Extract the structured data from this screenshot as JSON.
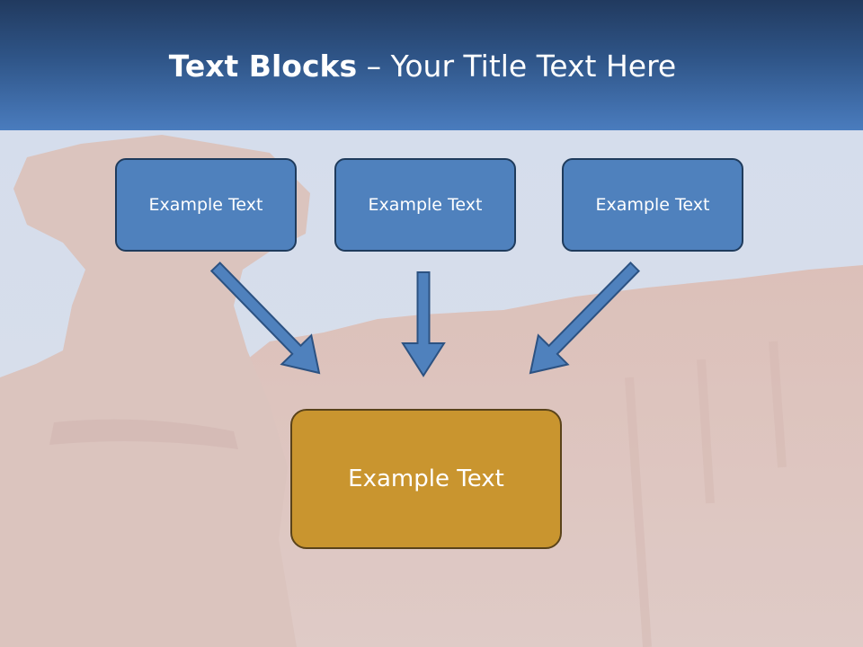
{
  "slide": {
    "title_bold": "Text Blocks",
    "title_dash": " – ",
    "title_rest": "Your Title Text Here"
  },
  "diagram": {
    "top_boxes": [
      {
        "label": "Example Text"
      },
      {
        "label": "Example Text"
      },
      {
        "label": "Example Text"
      }
    ],
    "bottom_box": {
      "label": "Example Text"
    },
    "arrows": [
      "from-left-box",
      "from-center-box",
      "from-right-box"
    ]
  },
  "colors": {
    "title_bar": "#2f5588",
    "box_blue": "#4f81bd",
    "box_blue_border": "#1f3b5c",
    "box_gold": "#c9952f",
    "box_gold_border": "#5a431a",
    "arrow_fill": "#4f81bd",
    "arrow_stroke": "#2c5282"
  }
}
